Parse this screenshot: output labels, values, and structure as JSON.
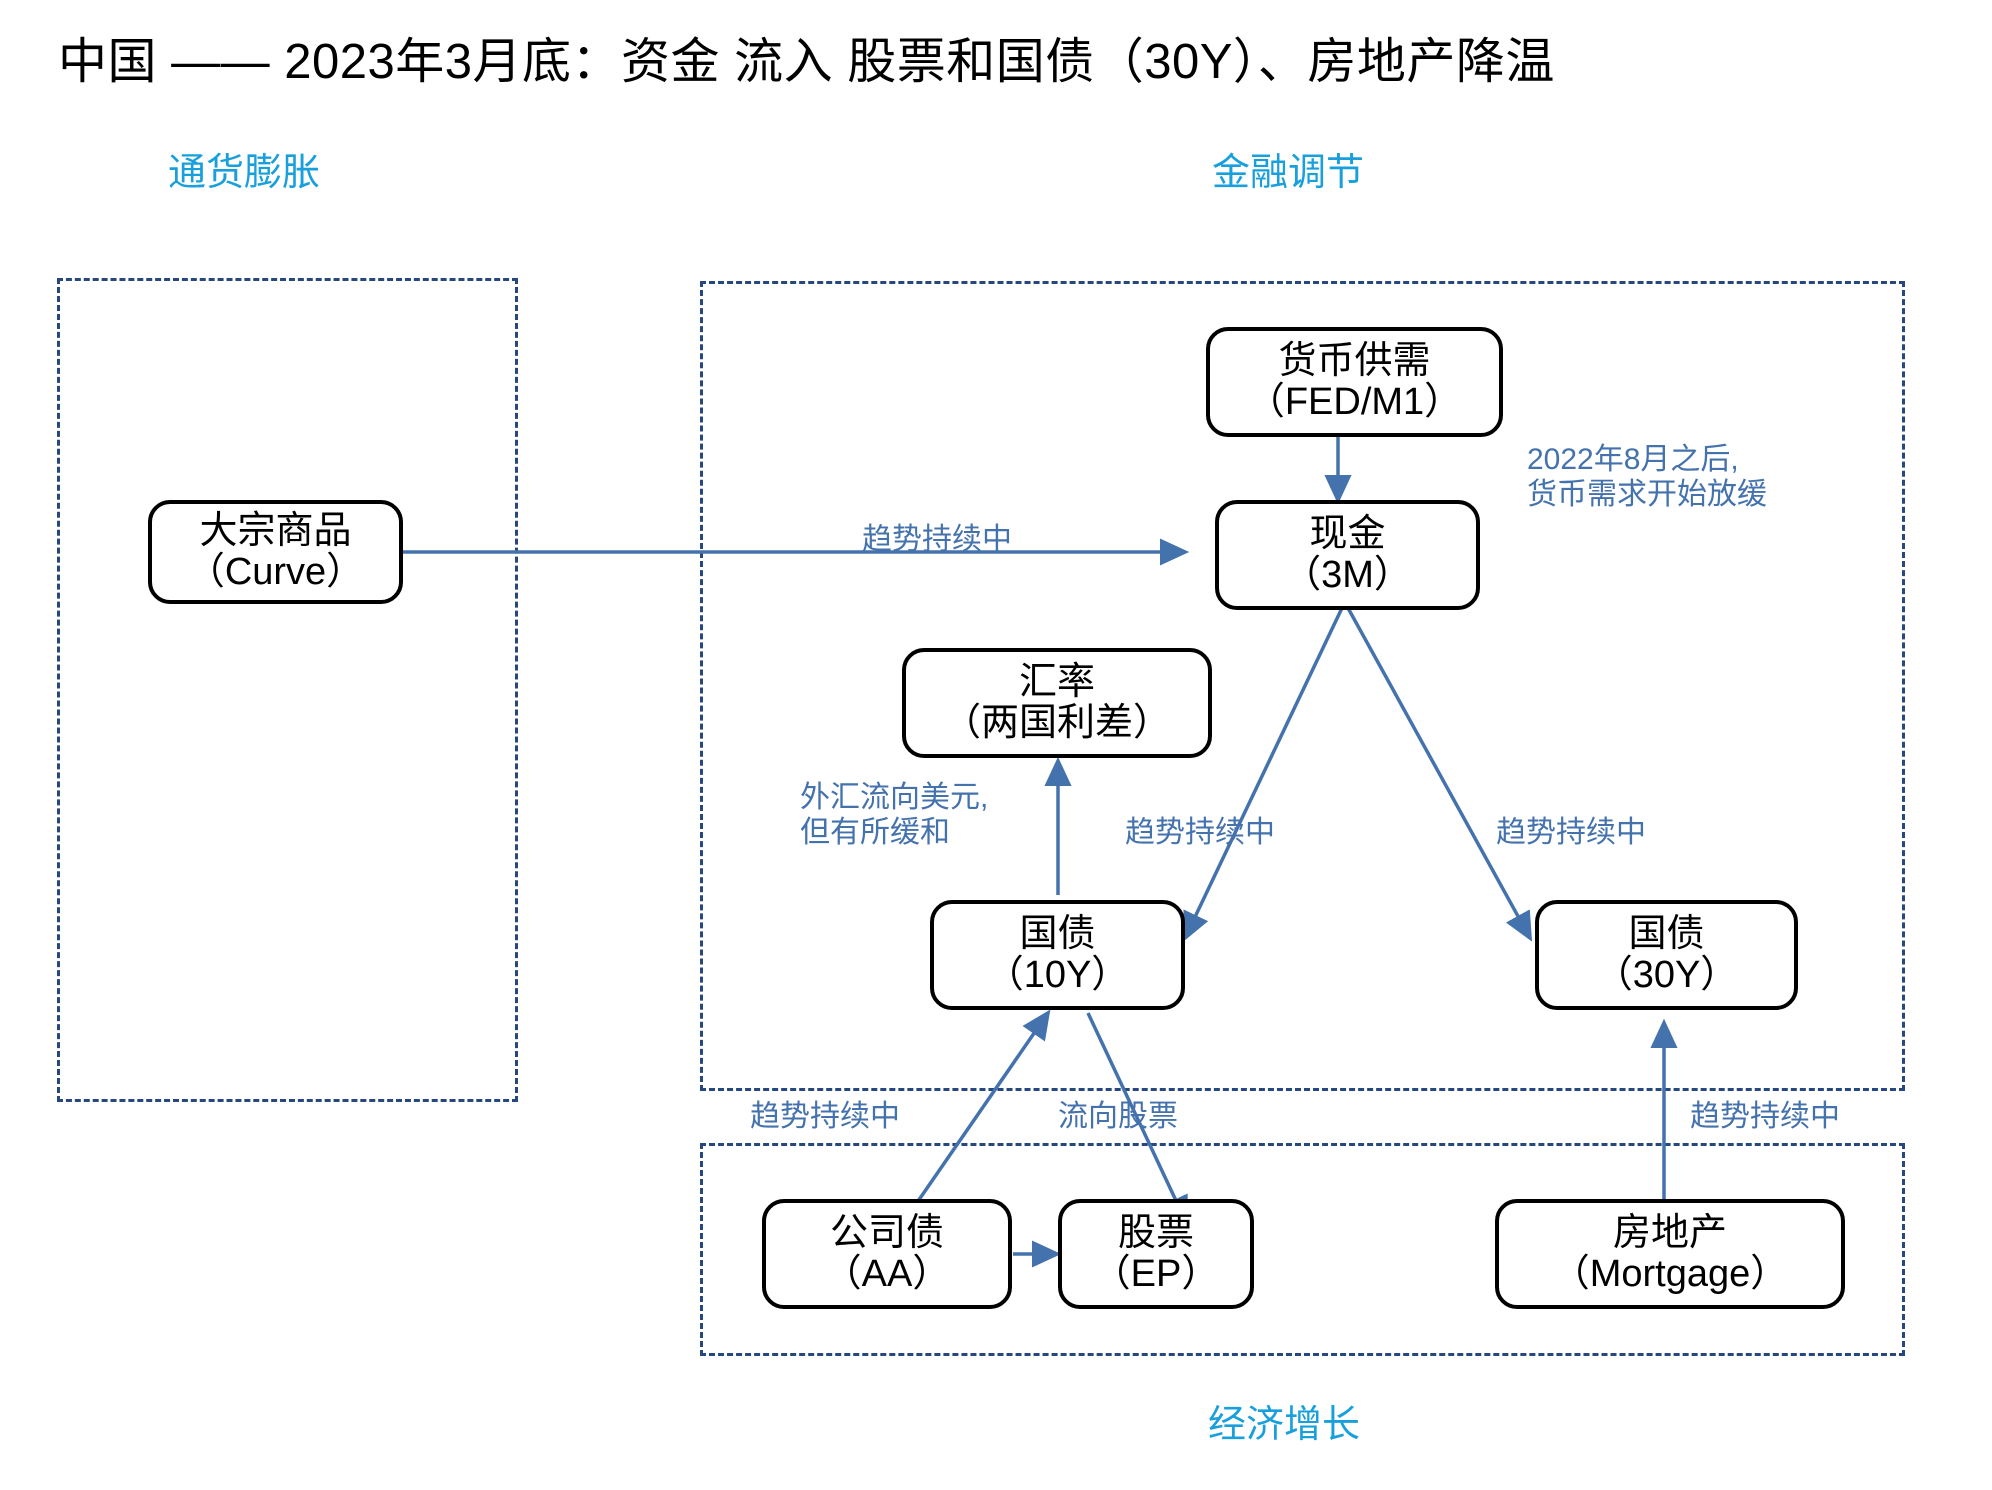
{
  "title": "中国 —— 2023年3月底：资金 流入 股票和国债（30Y）、房地产降温",
  "zones": {
    "inflation": {
      "label": "通货膨胀"
    },
    "financial": {
      "label": "金融调节"
    },
    "growth": {
      "label": "经济增长"
    }
  },
  "nodes": {
    "commodity": {
      "line1": "大宗商品",
      "line2": "（Curve）"
    },
    "money_supply": {
      "line1": "货币供需",
      "line2": "（FED/M1）"
    },
    "cash": {
      "line1": "现金",
      "line2": "（3M）"
    },
    "fx": {
      "line1": "汇率",
      "line2": "（两国利差）"
    },
    "bond10y": {
      "line1": "国债",
      "line2": "（10Y）"
    },
    "bond30y": {
      "line1": "国债",
      "line2": "（30Y）"
    },
    "corp_bond": {
      "line1": "公司债",
      "line2": "（AA）"
    },
    "equity": {
      "line1": "股票",
      "line2": "（EP）"
    },
    "realestate": {
      "line1": "房地产",
      "line2": "（Mortgage）"
    }
  },
  "edge_labels": {
    "commodity_to_cash": "趋势持续中",
    "money_demand_note_line1": "2022年8月之后,",
    "money_demand_note_line2": "货币需求开始放缓",
    "fx_note_line1": "外汇流向美元,",
    "fx_note_line2": "但有所缓和",
    "cash_to_bond10y": "趋势持续中",
    "cash_to_bond30y": "趋势持续中",
    "corp_to_bond10y": "趋势持续中",
    "corp_to_equity": "流向股票",
    "realestate_to_bond30y": "趋势持续中"
  },
  "colors": {
    "zone_label": "#19A0DC",
    "zone_border": "#27487E",
    "edge": "#4472AD",
    "node_border": "#000000",
    "text": "#000000"
  }
}
